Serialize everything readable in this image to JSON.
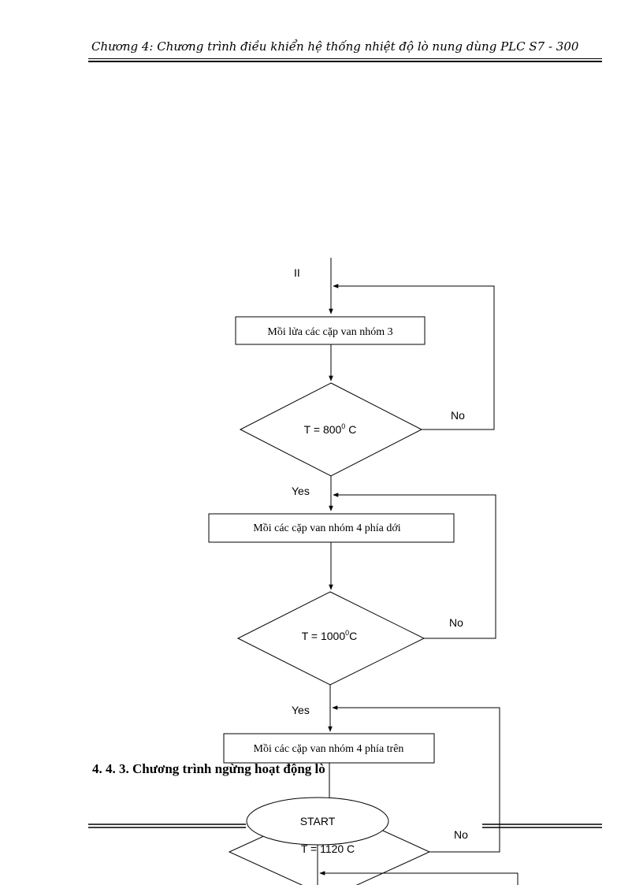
{
  "header": {
    "title": "Chương 4: Chương trình điều khiển hệ thống nhiệt độ lò nung dùng PLC S7 - 300"
  },
  "flowchart": {
    "entry_label": "II",
    "steps": [
      {
        "text": "Mồi lửa các cặp van nhóm 3"
      },
      {
        "text": "Mồi các cặp van nhóm 4 phía dới"
      },
      {
        "text": "Mồi các cặp van nhóm 4 phía trên"
      }
    ],
    "decisions": [
      {
        "value": "800",
        "sup": "0",
        "unit": " C",
        "prefix": "T = ",
        "yes": "Yes",
        "no": "No"
      },
      {
        "value": "1000",
        "sup": "0",
        "unit": "C",
        "prefix": "T = ",
        "yes": "Yes",
        "no": "No"
      },
      {
        "text": "T = 1120 C",
        "no": "No"
      }
    ],
    "start_label": "START"
  },
  "section": {
    "heading": "4. 4. 3. Chương trình ngừng hoạt động lò"
  }
}
